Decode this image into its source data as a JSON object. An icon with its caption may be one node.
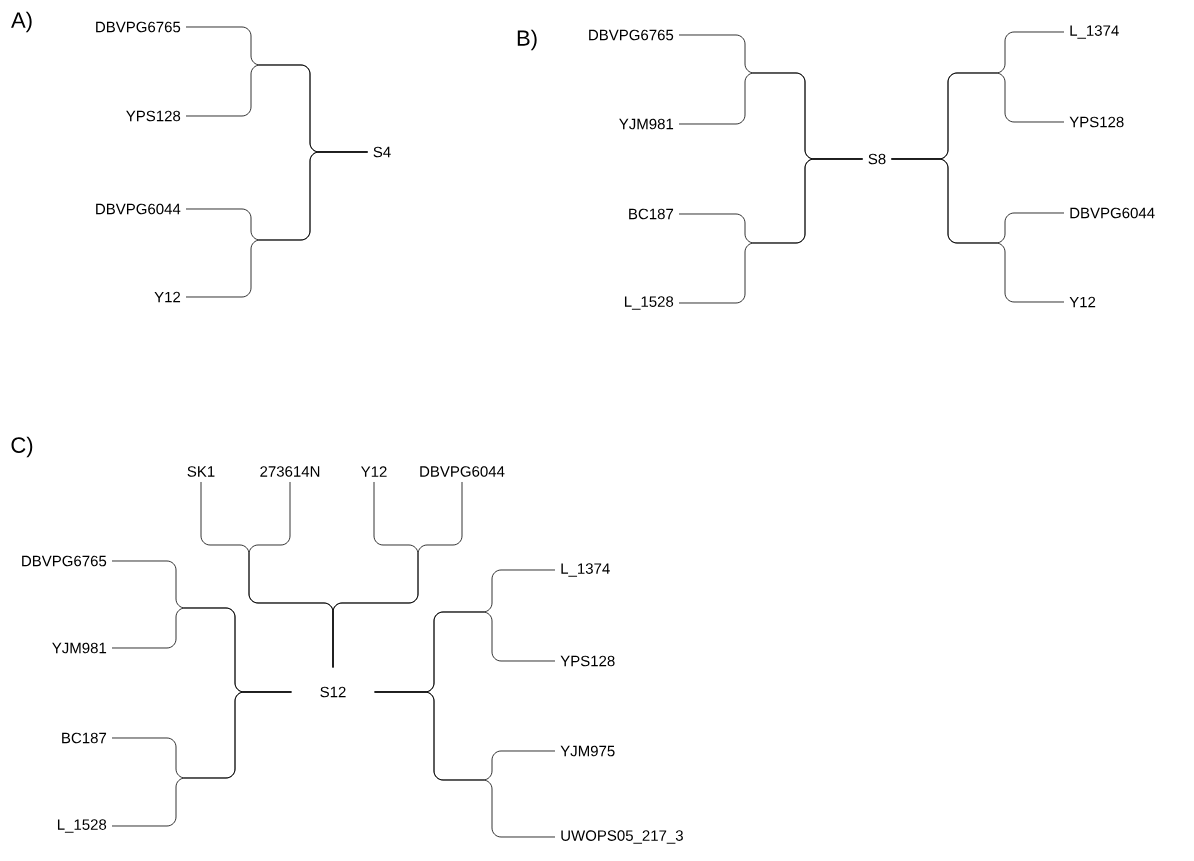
{
  "diagram": {
    "nodes": [
      {
        "text": [
          "DBVPG6765"
        ]
      },
      {
        "text": [
          "YPS128"
        ]
      },
      {
        "text": [
          "DBVPG6044"
        ]
      },
      {
        "text": [
          "Y12"
        ]
      },
      {
        "text": [
          "S4"
        ]
      },
      {
        "text": [
          "DBVPG6765"
        ]
      },
      {
        "text": [
          "YJM981"
        ]
      },
      {
        "text": [
          "BC187"
        ]
      },
      {
        "text": [
          "L_1528"
        ]
      },
      {
        "text": [
          "S8"
        ]
      },
      {
        "text": [
          "L_1374"
        ]
      },
      {
        "text": [
          "YPS128"
        ]
      },
      {
        "text": [
          "DBVPG6044"
        ]
      },
      {
        "text": [
          "Y12"
        ]
      },
      {
        "text": [
          "SK1"
        ]
      },
      {
        "text": [
          "273614N"
        ]
      },
      {
        "text": [
          "Y12"
        ]
      },
      {
        "text": [
          "DBVPG6044"
        ]
      },
      {
        "text": [
          "DBVPG6765"
        ]
      },
      {
        "text": [
          "YJM981"
        ]
      },
      {
        "text": [
          "BC187"
        ]
      },
      {
        "text": [
          "L_1528"
        ]
      },
      {
        "text": [
          "S12"
        ]
      },
      {
        "text": [
          "L_1374"
        ]
      },
      {
        "text": [
          "YPS128"
        ]
      },
      {
        "text": [
          "YJM975"
        ]
      },
      {
        "text": [
          "UWOPS05_217_3"
        ]
      }
    ],
    "edges": [
      {
        "from": 0,
        "to": 4,
        "arrow": "none"
      },
      {
        "from": 1,
        "to": 4,
        "arrow": "none"
      },
      {
        "from": 2,
        "to": 4,
        "arrow": "none"
      },
      {
        "from": 3,
        "to": 4,
        "arrow": "none"
      },
      {
        "from": 5,
        "to": 9,
        "arrow": "none"
      },
      {
        "from": 6,
        "to": 9,
        "arrow": "none"
      },
      {
        "from": 7,
        "to": 9,
        "arrow": "none"
      },
      {
        "from": 8,
        "to": 9,
        "arrow": "none"
      },
      {
        "from": 10,
        "to": 9,
        "arrow": "none"
      },
      {
        "from": 11,
        "to": 9,
        "arrow": "none"
      },
      {
        "from": 12,
        "to": 9,
        "arrow": "none"
      },
      {
        "from": 13,
        "to": 9,
        "arrow": "none"
      },
      {
        "from": 14,
        "to": 22,
        "arrow": "none"
      },
      {
        "from": 15,
        "to": 22,
        "arrow": "none"
      },
      {
        "from": 16,
        "to": 22,
        "arrow": "none"
      },
      {
        "from": 17,
        "to": 22,
        "arrow": "none"
      },
      {
        "from": 18,
        "to": 22,
        "arrow": "none"
      },
      {
        "from": 19,
        "to": 22,
        "arrow": "none"
      },
      {
        "from": 20,
        "to": 22,
        "arrow": "none"
      },
      {
        "from": 21,
        "to": 22,
        "arrow": "none"
      },
      {
        "from": 23,
        "to": 22,
        "arrow": "none"
      },
      {
        "from": 24,
        "to": 22,
        "arrow": "none"
      },
      {
        "from": 25,
        "to": 22,
        "arrow": "none"
      },
      {
        "from": 26,
        "to": 22,
        "arrow": "none"
      }
    ],
    "labels": [
      "A)",
      "B)",
      "C)"
    ]
  }
}
